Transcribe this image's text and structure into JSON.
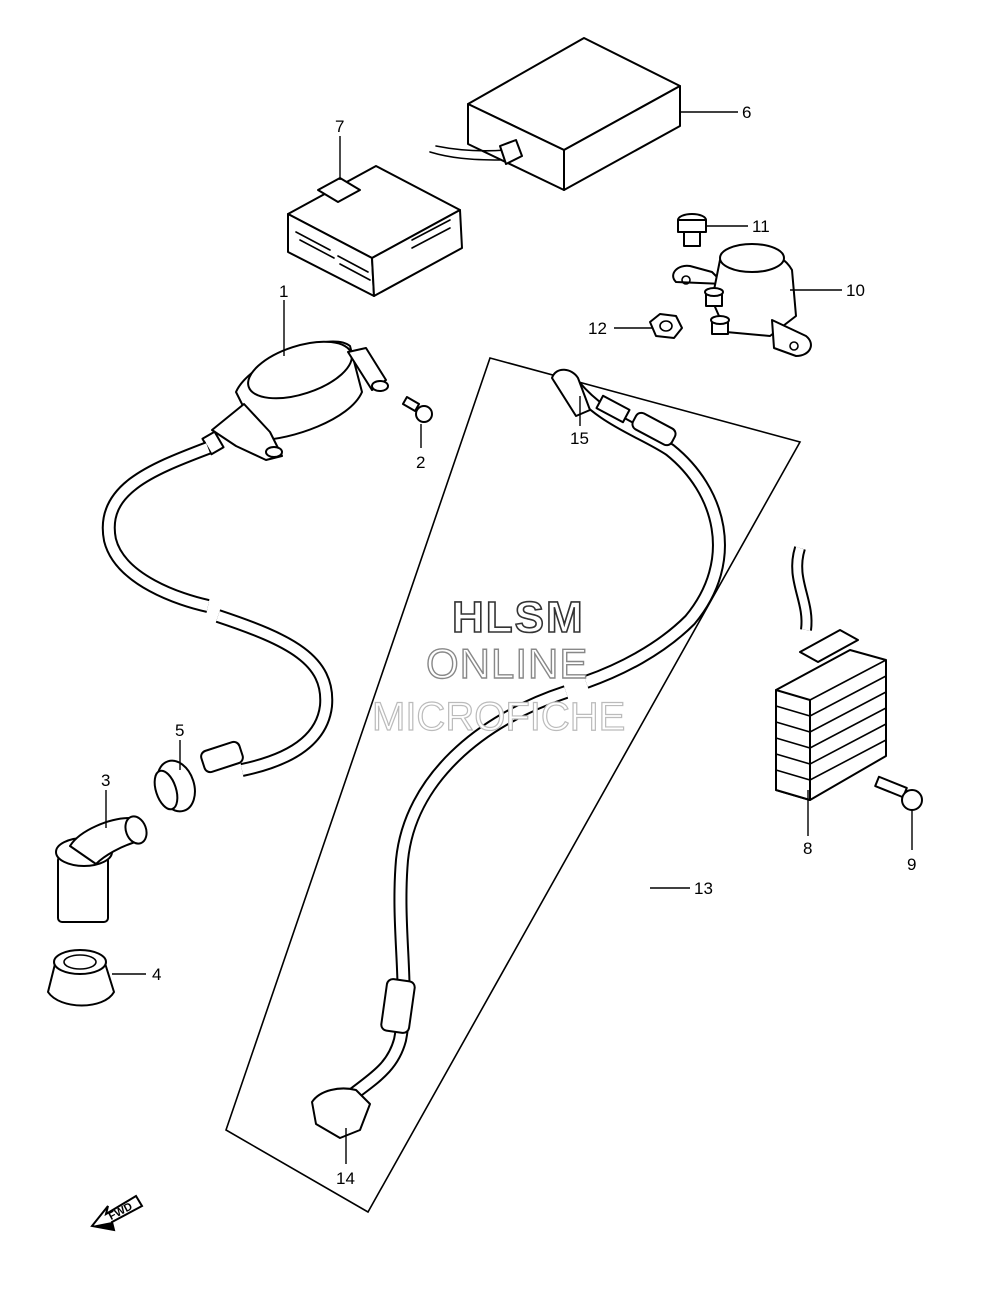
{
  "watermark": {
    "line1": "HLSM",
    "line2": "ONLINE",
    "line3": "MICROFICHE"
  },
  "direction_arrow": {
    "label": "FWD",
    "icon": "arrow-forward-icon"
  },
  "callouts": [
    {
      "id": "c1",
      "label": "1",
      "part": "ignition-coil"
    },
    {
      "id": "c2",
      "label": "2",
      "part": "coil-bolt"
    },
    {
      "id": "c3",
      "label": "3",
      "part": "spark-plug-cap"
    },
    {
      "id": "c4",
      "label": "4",
      "part": "plug-cap-seal"
    },
    {
      "id": "c5",
      "label": "5",
      "part": "plug-wire-cap"
    },
    {
      "id": "c6",
      "label": "6",
      "part": "control-unit"
    },
    {
      "id": "c7",
      "label": "7",
      "part": "igniter-module"
    },
    {
      "id": "c8",
      "label": "8",
      "part": "regulator-rectifier"
    },
    {
      "id": "c9",
      "label": "9",
      "part": "regulator-bolt"
    },
    {
      "id": "c10",
      "label": "10",
      "part": "starter-relay"
    },
    {
      "id": "c11",
      "label": "11",
      "part": "relay-bolt"
    },
    {
      "id": "c12",
      "label": "12",
      "part": "relay-nut"
    },
    {
      "id": "c13",
      "label": "13",
      "part": "wiring-harness-set"
    },
    {
      "id": "c14",
      "label": "14",
      "part": "harness-connector-lower"
    },
    {
      "id": "c15",
      "label": "15",
      "part": "harness-connector-upper"
    }
  ]
}
